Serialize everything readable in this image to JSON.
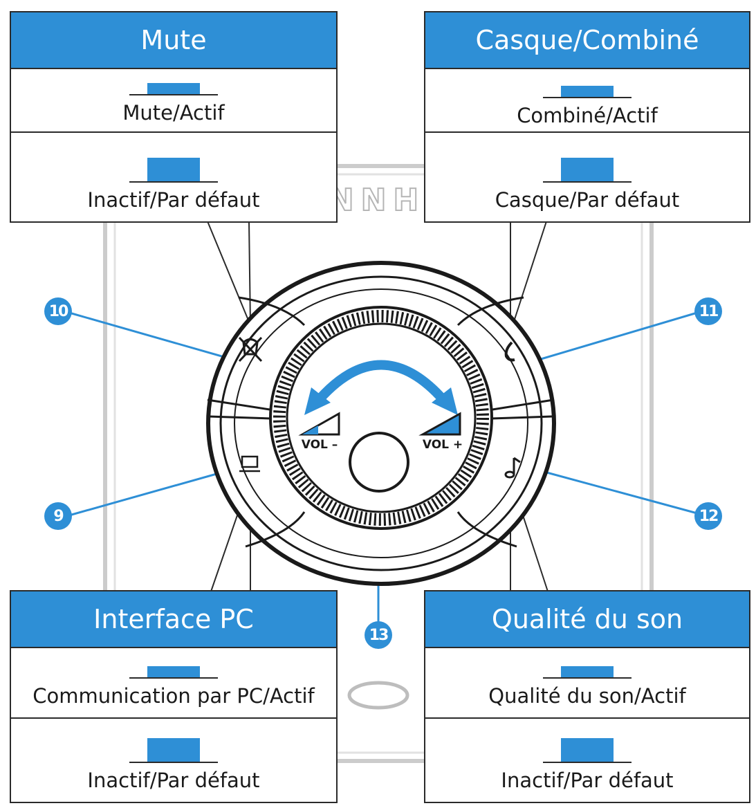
{
  "panels": {
    "mute": {
      "title": "Mute",
      "active_label": "Mute/Actif",
      "default_label": "Inactif/Par défaut"
    },
    "headset": {
      "title": "Casque/Combiné",
      "active_label": "Combiné/Actif",
      "default_label": "Casque/Par défaut"
    },
    "pc": {
      "title": "Interface PC",
      "active_label": "Communication par PC/Actif",
      "default_label": "Inactif/Par défaut"
    },
    "sound": {
      "title": "Qualité du son",
      "active_label": "Qualité du son/Actif",
      "default_label": "Inactif/Par défaut"
    }
  },
  "callouts": {
    "c9": "9",
    "c10": "10",
    "c11": "11",
    "c12": "12",
    "c13": "13"
  },
  "dial": {
    "vol_minus": "VOL –",
    "vol_plus": "VOL +"
  },
  "device_text": "NNH",
  "colors": {
    "accent": "#2e8fd6",
    "outline": "#2a2a2a"
  },
  "icons": [
    "mute-icon",
    "handset-icon",
    "pc-icon",
    "music-note-icon",
    "volume-rotation-arrow-icon"
  ]
}
